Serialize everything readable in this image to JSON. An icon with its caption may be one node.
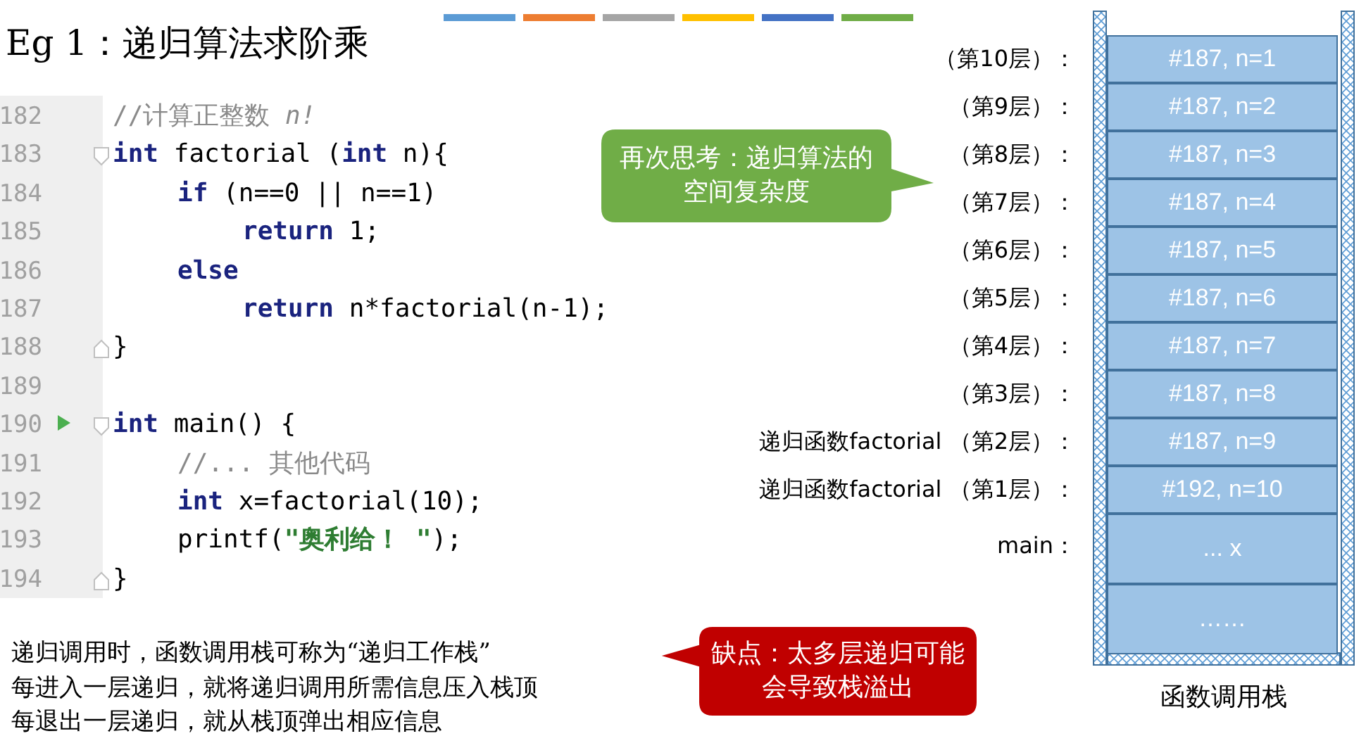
{
  "diagram": {
    "title": "Eg 1：递归算法求阶乘",
    "nodes": [
      {
        "text": [
          "函数调用栈"
        ]
      },
      {
        "text": [
          "#187, n=1"
        ],
        "in": 0,
        "beside": [
          "（第10层）："
        ]
      },
      {
        "text": [
          "#187, n=2"
        ],
        "in": 0,
        "beside": [
          "（第9层）："
        ]
      },
      {
        "text": [
          "#187, n=3"
        ],
        "in": 0,
        "beside": [
          "（第8层）："
        ]
      },
      {
        "text": [
          "#187, n=4"
        ],
        "in": 0,
        "beside": [
          "（第7层）："
        ]
      },
      {
        "text": [
          "#187, n=5"
        ],
        "in": 0,
        "beside": [
          "（第6层）："
        ]
      },
      {
        "text": [
          "#187, n=6"
        ],
        "in": 0,
        "beside": [
          "（第5层）："
        ]
      },
      {
        "text": [
          "#187, n=7"
        ],
        "in": 0,
        "beside": [
          "（第4层）："
        ]
      },
      {
        "text": [
          "#187, n=8"
        ],
        "in": 0,
        "beside": [
          "（第3层）："
        ]
      },
      {
        "text": [
          "#187, n=9"
        ],
        "in": 0,
        "beside": [
          "递归函数factorial （第2层）："
        ]
      },
      {
        "text": [
          "#192, n=10"
        ],
        "in": 0,
        "beside": [
          "递归函数factorial （第1层）："
        ]
      },
      {
        "text": [
          "... x"
        ],
        "in": 0,
        "beside": [
          "main："
        ]
      },
      {
        "text": [
          "……"
        ],
        "in": 0
      },
      {
        "text": [
          "再次思考：递归算法的空间复杂度"
        ]
      },
      {
        "text": [
          "缺点：太多层递归可能会导致栈溢出"
        ]
      }
    ],
    "labels": [
      "182",
      "//计算正整数 *n!*",
      "183",
      "**int** factorial (**int** n){",
      "184",
      "**if** (n==0 || n==1)",
      "185",
      "**return** 1;",
      "186",
      "**else**",
      "187",
      "**return** n*factorial(n-1);",
      "188",
      "}",
      "189",
      "190",
      "**int** main() {",
      "191",
      "//... 其他代码",
      "192",
      "**int** x=factorial(10);",
      "193",
      "printf(**\"奥利给！ \"**);",
      "194",
      "}",
      "递归调用时，函数调用栈可称为“递归工作栈”",
      "每进入一层递归，就将递归调用所需信息压入栈顶",
      "每退出一层递归，就从栈顶弹出相应信息"
    ]
  }
}
